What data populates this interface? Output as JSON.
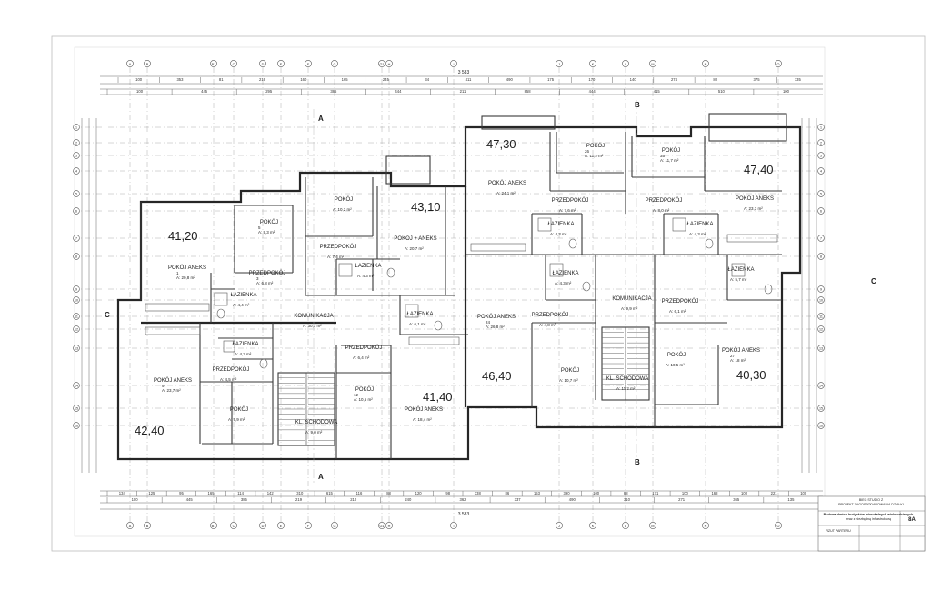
{
  "axes": {
    "top": [
      "A",
      "B",
      "B1",
      "C",
      "D",
      "E",
      "F",
      "G",
      "G1",
      "H",
      "I",
      "J",
      "K",
      "L",
      "M",
      "N",
      "O"
    ],
    "bottom": [
      "A",
      "B",
      "B1",
      "C",
      "D",
      "E",
      "F",
      "G",
      "G1",
      "H",
      "I",
      "J",
      "K",
      "L",
      "M",
      "N",
      "O"
    ],
    "left": [
      "1",
      "2",
      "3",
      "4",
      "5",
      "6",
      "7",
      "8",
      "9",
      "10",
      "11",
      "12",
      "13",
      "14",
      "15",
      "16"
    ],
    "right": [
      "1",
      "2",
      "3",
      "4",
      "5",
      "6",
      "7",
      "8",
      "9",
      "10",
      "11",
      "12",
      "13",
      "14",
      "15",
      "16"
    ]
  },
  "overall_dimension": "3 583",
  "top_dims_row1": [
    "100",
    "353",
    "81",
    "219",
    "160",
    "165",
    "245",
    "34",
    "411",
    "490",
    "175",
    "170",
    "140",
    "274",
    "80",
    "375",
    "135"
  ],
  "top_dims_row2": [
    "100",
    "445",
    "295",
    "385",
    "444",
    "211",
    "858",
    "444",
    "415",
    "510",
    "100"
  ],
  "bottom_dims_row1": [
    "134",
    "125",
    "95",
    "165",
    "114",
    "142",
    "310",
    "615",
    "116",
    "88",
    "120",
    "98",
    "338",
    "86",
    "153",
    "390",
    "100",
    "88",
    "171",
    "100",
    "168",
    "100",
    "221",
    "100"
  ],
  "bottom_dims_row2": [
    "100",
    "445",
    "385",
    "219",
    "210",
    "240",
    "362",
    "337",
    "490",
    "310",
    "271",
    "365",
    "135"
  ],
  "section_marks": [
    "A",
    "A",
    "B",
    "B",
    "C",
    "C"
  ],
  "apartments": [
    {
      "area": "41,20"
    },
    {
      "area": "43,10"
    },
    {
      "area": "47,30"
    },
    {
      "area": "47,40"
    },
    {
      "area": "42,40"
    },
    {
      "area": "41,40"
    },
    {
      "area": "46,40"
    },
    {
      "area": "40,30"
    }
  ],
  "rooms": [
    {
      "name": "POKÓJ",
      "num": "5",
      "area": "A: 9,3 m²"
    },
    {
      "name": "POKÓJ",
      "num": "",
      "area": "A: 10,2 m²"
    },
    {
      "name": "POKÓJ ANEKS",
      "num": "1",
      "area": "A: 20,8 m²"
    },
    {
      "name": "PRZEDPOKÓJ",
      "num": "3",
      "area": "A: 6,8 m²"
    },
    {
      "name": "ŁAZIENKA",
      "num": "",
      "area": "A: 4,4 m²"
    },
    {
      "name": "PRZEDPOKÓJ",
      "num": "",
      "area": "A: 7,4 m²"
    },
    {
      "name": "ŁAZIENKA",
      "num": "",
      "area": "A: 4,3 m²"
    },
    {
      "name": "POKÓJ + ANEKS",
      "num": "",
      "area": "A: 20,7 m²"
    },
    {
      "name": "KOMUNIKACJA",
      "num": "",
      "area": "A: 30,7 m²"
    },
    {
      "name": "ŁAZIENKA",
      "num": "",
      "area": "A: 6,1 m²"
    },
    {
      "name": "PRZEDPOKÓJ",
      "num": "",
      "area": "A: 6,4 m²"
    },
    {
      "name": "ŁAZIENKA",
      "num": "",
      "area": "A: 4,3 m²"
    },
    {
      "name": "PRZEDPOKÓJ",
      "num": "",
      "area": "A: 4,5 m²"
    },
    {
      "name": "POKÓJ ANEKS",
      "num": "9",
      "area": "A: 23,7 m²"
    },
    {
      "name": "POKÓJ",
      "num": "",
      "area": "A: 9,9 m²"
    },
    {
      "name": "KL. SCHODOWA",
      "num": "",
      "area": "A: 9,0 m²"
    },
    {
      "name": "POKÓJ",
      "num": "12",
      "area": "A: 10,5 m²"
    },
    {
      "name": "POKÓJ ANEKS",
      "num": "",
      "area": "A: 18,4 m²"
    },
    {
      "name": "POKÓJ ANEKS",
      "num": "",
      "area": "A: 24,1 m²"
    },
    {
      "name": "POKÓJ",
      "num": "26",
      "area": "A: 11,2 m²"
    },
    {
      "name": "PRZEDPOKÓJ",
      "num": "",
      "area": "A: 7,6 m²"
    },
    {
      "name": "ŁAZIENKA",
      "num": "",
      "area": "A: 4,3 m²"
    },
    {
      "name": "POKÓJ",
      "num": "35",
      "area": "A: 11,7 m²"
    },
    {
      "name": "PRZEDPOKÓJ",
      "num": "",
      "area": "A: 8,0 m²"
    },
    {
      "name": "POKÓJ ANEKS",
      "num": "",
      "area": "A: 23,3 m²"
    },
    {
      "name": "ŁAZIENKA",
      "num": "",
      "area": "A: 4,3 m²"
    },
    {
      "name": "ŁAZIENKA",
      "num": "",
      "area": "A: 4,3 m²"
    },
    {
      "name": "ŁAZIENKA",
      "num": "",
      "area": "A: 5,7 m²"
    },
    {
      "name": "KOMUNIKACJA",
      "num": "",
      "area": "A: 9,9 m²"
    },
    {
      "name": "PRZEDPOKÓJ",
      "num": "",
      "area": "A: 4,8 m²"
    },
    {
      "name": "PRZEDPOKÓJ",
      "num": "",
      "area": "A: 6,1 m²"
    },
    {
      "name": "POKÓJ ANEKS",
      "num": "24",
      "area": "A: 26,8 m²"
    },
    {
      "name": "POKÓJ",
      "num": "",
      "area": "A: 10,7 m²"
    },
    {
      "name": "KL. SCHODOWA",
      "num": "",
      "area": "A: 11,2 m²"
    },
    {
      "name": "POKÓJ",
      "num": "",
      "area": "A: 10,5 m²"
    },
    {
      "name": "POKÓJ ANEKS",
      "num": "27",
      "area": "A: 18 m²"
    }
  ],
  "title_block": {
    "line1": "BIEG STUDIO Z",
    "line2": "PROJEKT ZAGOSPODAROWANIA DZIAŁKI",
    "line3": "Budowa dwóch budynków mieszkalnych wielorodzinnych",
    "line4": "wraz z niezbędną infrastrukturą",
    "line5": "RZUT PARTERU",
    "sheet_no": "8A"
  }
}
